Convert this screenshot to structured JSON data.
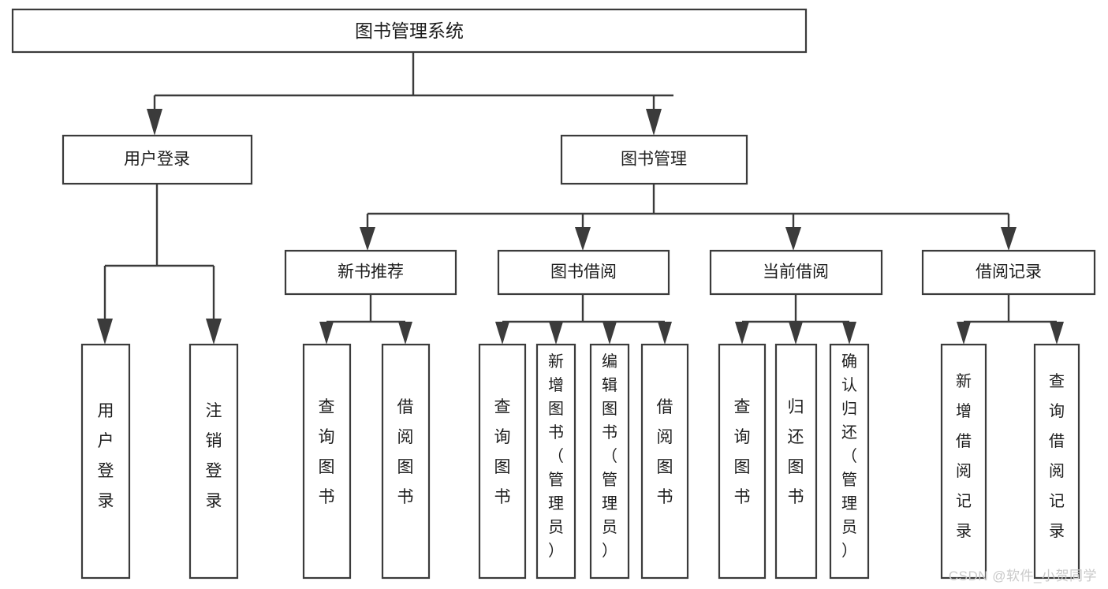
{
  "diagram": {
    "type": "tree-hierarchy",
    "title": "图书管理系统",
    "watermark": "CSDN @软件_小贺同学",
    "colors": {
      "box_stroke": "#3b3b3b",
      "box_fill": "#ffffff",
      "connector": "#3b3b3b",
      "text": "#1d1d1d",
      "watermark": "#c9c9c9",
      "background": "#ffffff"
    },
    "root": {
      "label": "图书管理系统",
      "orientation": "horizontal"
    },
    "level2": [
      {
        "label": "用户登录",
        "orientation": "horizontal"
      },
      {
        "label": "图书管理",
        "orientation": "horizontal"
      }
    ],
    "level3": [
      {
        "label": "新书推荐",
        "orientation": "horizontal"
      },
      {
        "label": "图书借阅",
        "orientation": "horizontal"
      },
      {
        "label": "当前借阅",
        "orientation": "horizontal"
      },
      {
        "label": "借阅记录",
        "orientation": "horizontal"
      }
    ],
    "leaves": {
      "user_login": [
        {
          "label": "用户登录",
          "orientation": "vertical"
        },
        {
          "label": "注销登录",
          "orientation": "vertical"
        }
      ],
      "new_book_recommend": [
        {
          "label": "查询图书",
          "orientation": "vertical"
        },
        {
          "label": "借阅图书",
          "orientation": "vertical"
        }
      ],
      "book_borrow": [
        {
          "label": "查询图书",
          "orientation": "vertical"
        },
        {
          "label": "新增图书（管理员）",
          "orientation": "vertical"
        },
        {
          "label": "编辑图书（管理员）",
          "orientation": "vertical"
        },
        {
          "label": "借阅图书",
          "orientation": "vertical"
        }
      ],
      "current_borrow": [
        {
          "label": "查询图书",
          "orientation": "vertical"
        },
        {
          "label": "归还图书",
          "orientation": "vertical"
        },
        {
          "label": "确认归还（管理员）",
          "orientation": "vertical"
        }
      ],
      "borrow_record": [
        {
          "label": "新增借阅记录",
          "orientation": "vertical"
        },
        {
          "label": "查询借阅记录",
          "orientation": "vertical"
        }
      ]
    }
  }
}
